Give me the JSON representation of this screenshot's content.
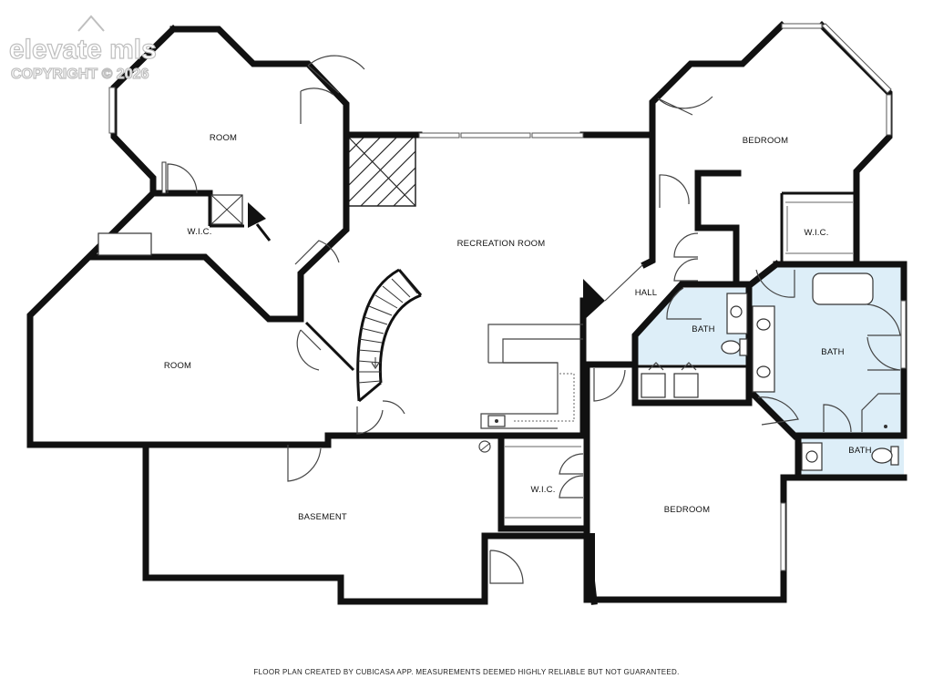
{
  "watermark": {
    "brand": "elevate mls",
    "copyright": "COPYRIGHT © 2026"
  },
  "rooms": {
    "room_top_left": "ROOM",
    "wic_left": "W.I.C.",
    "room_left": "ROOM",
    "recreation_room": "RECREATION ROOM",
    "bedroom_top": "BEDROOM",
    "wic_top_right": "W.I.C.",
    "hall": "HALL",
    "bath_small": "BATH",
    "bath_master": "BATH",
    "bath_lower": "BATH",
    "wic_center": "W.I.C.",
    "basement": "BASEMENT",
    "bedroom_lower": "BEDROOM"
  },
  "colors": {
    "wall": "#111111",
    "bath_fill": "#ddeef8",
    "watermark": "#bfbfbf"
  },
  "footer": {
    "note": "FLOOR PLAN CREATED BY CUBICASA APP. MEASUREMENTS DEEMED HIGHLY RELIABLE BUT NOT GUARANTEED."
  }
}
